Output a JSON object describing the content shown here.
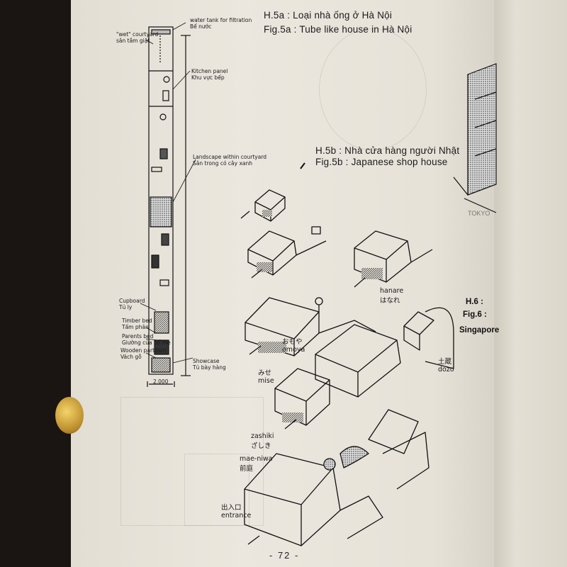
{
  "page_number": "- 72 -",
  "figure_5a": {
    "caption_vi": "H.5a : Loại nhà ống ở Hà Nội",
    "caption_en": "Fig.5a : Tube like house in Hà Nội",
    "labels": {
      "water_tank_en": "water tank for filtration",
      "water_tank_vi": "Bể nước",
      "wet_courtyard_en": "\"wet\" courtyard",
      "wet_courtyard_vi": "sân tắm giặt",
      "kitchen_en": "Kitchen panel",
      "kitchen_vi": "Khu vực bếp",
      "landscape_en": "Landscape within courtyard",
      "landscape_vi": "Sân trong có cây xanh",
      "cupboard_en": "Cupboard",
      "cupboard_vi": "Tủ ly",
      "timber_bed_en": "Timber bed",
      "timber_bed_vi": "Tấm phản",
      "parents_bed_en": "Parents bed",
      "parents_bed_vi": "Giường của bố mẹ",
      "wooden_partition_en": "Wooden partition",
      "wooden_partition_vi": "Vách gỗ",
      "showcase_en": "Showcase",
      "showcase_vi": "Tủ bày hàng",
      "dimension": "2.000"
    }
  },
  "figure_5b": {
    "caption_vi": "H.5b : Nhà cửa hàng người Nhật",
    "caption_en": "Fig.5b : Japanese shop house",
    "labels": {
      "hanare": "hanare",
      "hanare_jp": "はなれ",
      "omoya": "omoya",
      "omoya_jp": "おもや",
      "mise": "mise",
      "mise_jp": "みせ",
      "dozo": "dozo",
      "dozo_jp": "土蔵",
      "zashiki": "zashiki",
      "zashiki_jp": "ざしき",
      "maeniwa": "mae-niwa",
      "maeniwa_jp": "前庭",
      "entrance": "entrance",
      "entrance_jp": "出入口"
    }
  },
  "figure_6_fragment": {
    "line1": "H.6 :",
    "line2": "Fig.6 :",
    "line3": "Singapore",
    "tokyo": "TOKYO"
  }
}
